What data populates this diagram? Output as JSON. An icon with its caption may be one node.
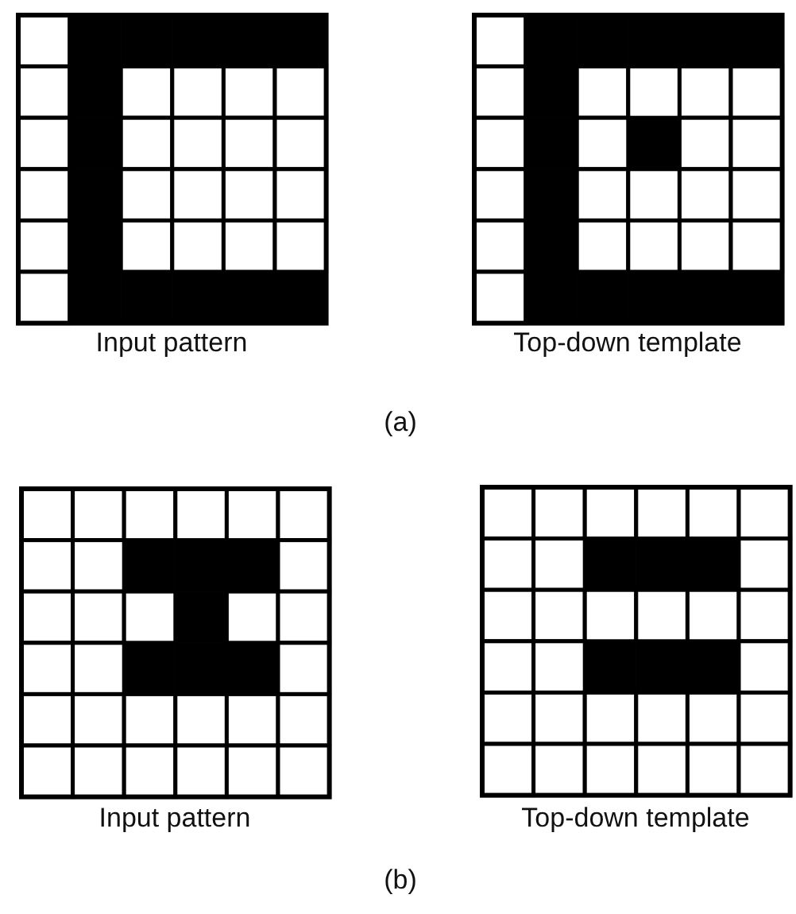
{
  "diagram": {
    "labels": [
      "Input pattern",
      "Top-down template",
      "(a)",
      "Input pattern",
      "Top-down template",
      "(b)"
    ]
  }
}
